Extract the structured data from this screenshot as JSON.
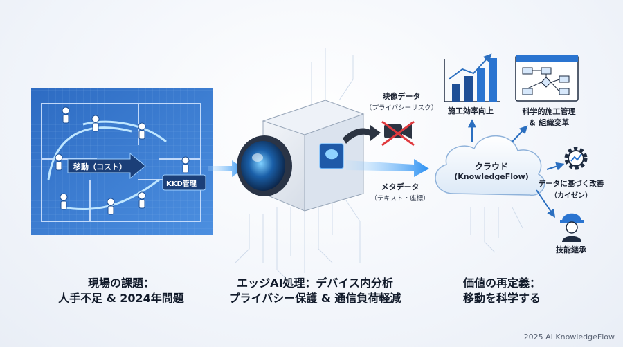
{
  "left_panel": {
    "move_label": "移動（コスト）",
    "kkd_label": "KKD管理"
  },
  "camera": {
    "video_title": "映像データ",
    "video_sub": "（プライバシーリスク）",
    "meta_title": "メタデータ",
    "meta_sub": "（テキスト・座標）"
  },
  "cloud": {
    "title": "クラウド",
    "subtitle": "(KnowledgeFlow)"
  },
  "outcomes": {
    "efficiency": "施工効率向上",
    "science_line1": "科学的施工管理",
    "science_line2": "＆ 組織変革",
    "kaizen_line1": "データに基づく改善",
    "kaizen_line2": "（カイゼン）",
    "skill": "技能継承"
  },
  "captions": {
    "left_line1": "現場の課題：",
    "left_line2": "人手不足 & 2024年問題",
    "center_line1": "エッジAI処理：デバイス内分析",
    "center_line2": "プライバシー保護 & 通信負荷軽減",
    "right_line1": "価値の再定義：",
    "right_line2": "移動を科学する"
  },
  "footer": "2025 AI KnowledgeFlow",
  "colors": {
    "blueprint": "#2f6fc4",
    "accent": "#2a8ef0",
    "danger": "#e0393e"
  }
}
